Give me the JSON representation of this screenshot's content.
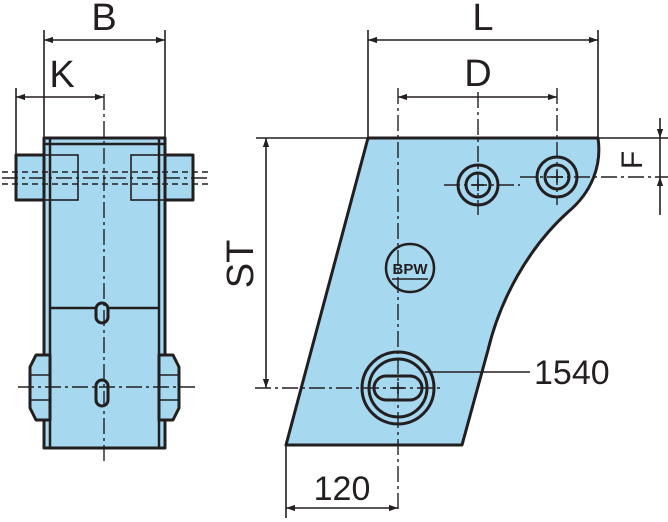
{
  "dimensions": {
    "width_label": "B",
    "inner_label": "K",
    "length_label": "L",
    "hole_spacing_label": "D",
    "height_label": "ST",
    "offset_label": "F",
    "bottom_label": "120",
    "bore_label": "1540"
  },
  "logo": {
    "text": "BPW"
  },
  "colors": {
    "part_fill": "#a6d8ef",
    "line": "#231f20"
  }
}
